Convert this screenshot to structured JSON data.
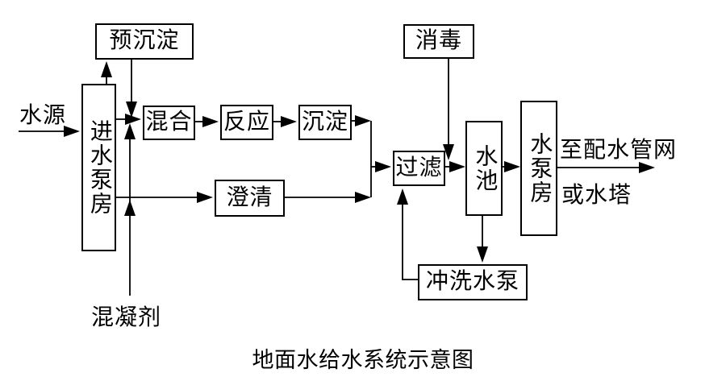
{
  "title": "地面水给水系统示意图",
  "diagram": {
    "boxes": {
      "pre_sedimentation": "预沉淀",
      "intake_pump_house": "进水泵房",
      "mixing": "混合",
      "reaction": "反应",
      "sedimentation": "沉淀",
      "clarification": "澄清",
      "disinfection": "消毒",
      "filtration": "过滤",
      "water_tank": "水池",
      "pump_house": "水泵房",
      "flushing_pump": "冲洗水泵"
    },
    "labels": {
      "water_source": "水源",
      "coagulant": "混凝剂",
      "to_distribution_network": "至配水管网",
      "or_water_tower": "或水塔"
    },
    "colors": {
      "line": "#000000",
      "background": "#ffffff"
    }
  }
}
